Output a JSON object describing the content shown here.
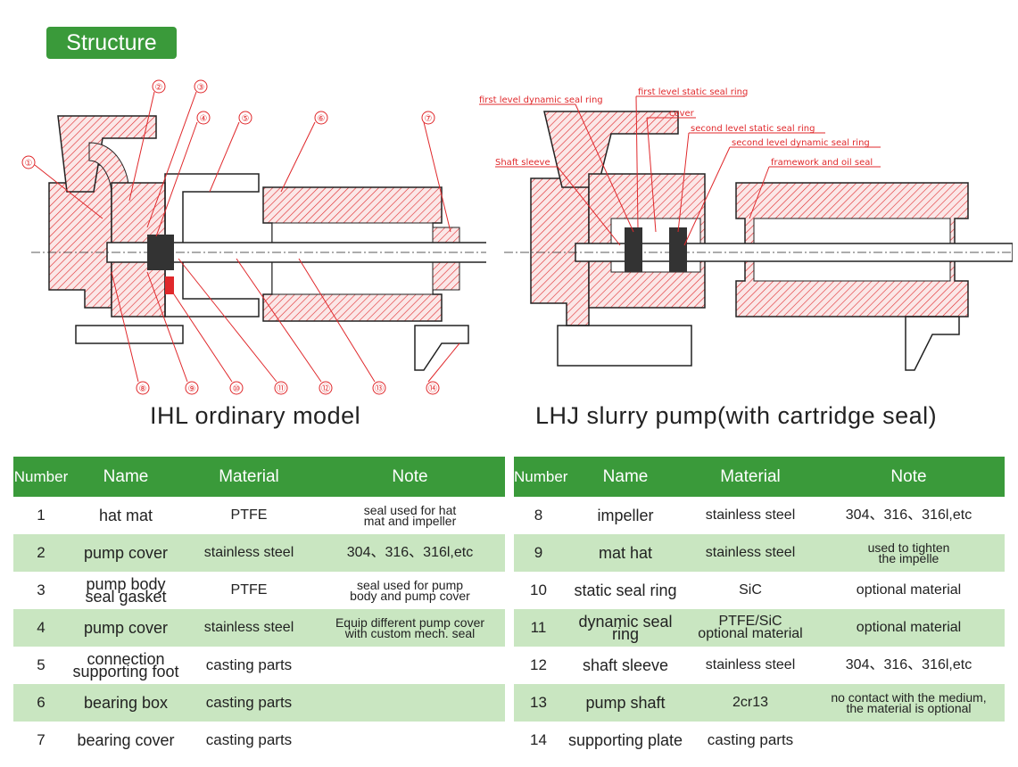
{
  "section_title": "Structure",
  "left_diagram": {
    "caption": "IHL ordinary model",
    "callouts": [
      "①",
      "②",
      "③",
      "④",
      "⑤",
      "⑥",
      "⑦",
      "⑧",
      "⑨",
      "⑩",
      "⑪",
      "⑫",
      "⑬",
      "⑭"
    ]
  },
  "right_diagram": {
    "caption": "LHJ slurry pump(with cartridge seal)",
    "labels": {
      "first_dynamic": "first level dynamic seal ring",
      "first_static": "first level static seal ring",
      "cover": "cover",
      "second_static": "second level static seal ring",
      "second_dynamic": "second level dynamic seal ring",
      "oil_seal": "framework and oil seal",
      "shaft_sleeve": "Shaft sleeve"
    }
  },
  "table_headers": [
    "Number",
    "Name",
    "Material",
    "Note"
  ],
  "left_table": [
    {
      "number": "1",
      "name": "hat mat",
      "material": "PTFE",
      "note": "seal used for hat\nmat and impeller"
    },
    {
      "number": "2",
      "name": "pump cover",
      "material": "stainless steel",
      "note": "304、316、316l,etc"
    },
    {
      "number": "3",
      "name": "pump body\nseal gasket",
      "material": "PTFE",
      "note": "seal used for pump\nbody and pump cover"
    },
    {
      "number": "4",
      "name": "pump cover",
      "material": "stainless steel",
      "note": "Equip different pump cover\nwith custom mech. seal"
    },
    {
      "number": "5",
      "name": "connection\nsupporting foot",
      "material": "casting parts",
      "note": ""
    },
    {
      "number": "6",
      "name": "bearing box",
      "material": "casting parts",
      "note": ""
    },
    {
      "number": "7",
      "name": "bearing cover",
      "material": "casting parts",
      "note": ""
    }
  ],
  "right_table": [
    {
      "number": "8",
      "name": "impeller",
      "material": "stainless steel",
      "note": "304、316、316l,etc"
    },
    {
      "number": "9",
      "name": "mat hat",
      "material": "stainless steel",
      "note": "used to tighten\nthe impelle"
    },
    {
      "number": "10",
      "name": "static seal ring",
      "material": "SiC",
      "note": "optional material"
    },
    {
      "number": "11",
      "name": "dynamic seal ring",
      "material": "PTFE/SiC\noptional material",
      "note": "optional material"
    },
    {
      "number": "12",
      "name": "shaft sleeve",
      "material": "stainless steel",
      "note": "304、316、316l,etc"
    },
    {
      "number": "13",
      "name": "pump shaft",
      "material": "2cr13",
      "note": "no contact with the medium,\nthe material is optional"
    },
    {
      "number": "14",
      "name": "supporting plate",
      "material": "casting parts",
      "note": ""
    }
  ],
  "colors": {
    "accent": "#3a9a3a",
    "row_alt": "#c9e6c1",
    "drawing_red": "#e0282b"
  }
}
